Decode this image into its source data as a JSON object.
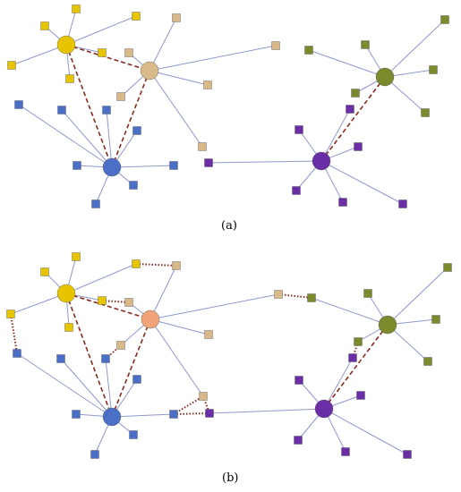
{
  "colors": {
    "yellow": "#e6c400",
    "tan": "#d9b98a",
    "salmon": "#f0a477",
    "blue": "#4b6fc7",
    "purple": "#6a2ea6",
    "olive": "#7b8a2c",
    "edge": "#8e98cc",
    "dashed": "#8b2a1f",
    "dotted": "#8b2a1f"
  },
  "panels": [
    {
      "id": "a",
      "label": "(a)"
    },
    {
      "id": "b",
      "label": "(b)"
    }
  ]
}
